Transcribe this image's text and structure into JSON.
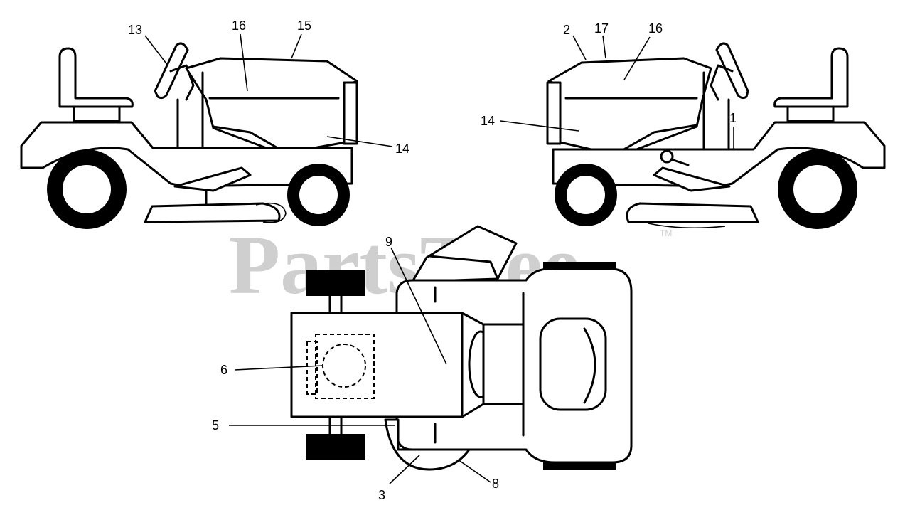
{
  "watermark": {
    "text": "PartsTree",
    "trademark": "TM"
  },
  "callouts": {
    "c1": "1",
    "c2": "2",
    "c3": "3",
    "c5": "5",
    "c6": "6",
    "c8": "8",
    "c9": "9",
    "c13": "13",
    "c14_left": "14",
    "c14_right": "14",
    "c15": "15",
    "c16_left": "16",
    "c16_right": "16",
    "c17": "17"
  },
  "colors": {
    "line": "#000000",
    "watermark": "#cfcfcf",
    "background": "#ffffff"
  }
}
